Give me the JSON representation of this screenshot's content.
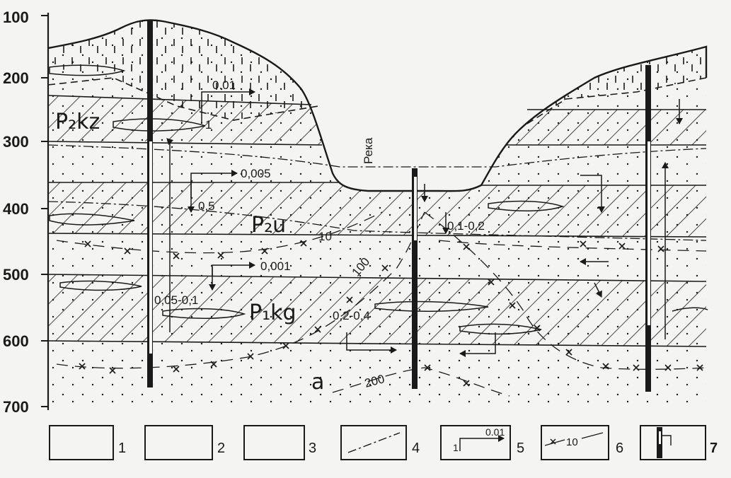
{
  "axis": {
    "ticks": [
      "100",
      "200",
      "300",
      "400",
      "500",
      "600",
      "700"
    ]
  },
  "labels": {
    "river": "Река",
    "layer_p2kz": "P₂kz",
    "layer_p2u": "P₂u",
    "layer_p1kg": "P₁kg",
    "layer_a": "a"
  },
  "annotations": {
    "flux_001": "0.01",
    "flux_1": "1",
    "flux_0005": "0,005",
    "flux_05": "0,5",
    "flux_0001": "0,001",
    "flux_005_01": "0,05-0,1",
    "flux_01_02": "0,1-0,2",
    "flux_02_04": "0,2-0,4",
    "iso_10": "10",
    "iso_100": "100",
    "iso_200": "200"
  },
  "legend": {
    "items": [
      {
        "num": "1",
        "pattern": "vertical-ticks"
      },
      {
        "num": "2",
        "pattern": "dots"
      },
      {
        "num": "3",
        "pattern": "hatch"
      },
      {
        "num": "4",
        "pattern": "dash-dot-line"
      },
      {
        "num": "5",
        "pattern": "flow-arrow",
        "sample": "0.01",
        "sample2": "1"
      },
      {
        "num": "6",
        "pattern": "isoline",
        "sample": "10"
      },
      {
        "num": "7",
        "pattern": "well"
      }
    ]
  },
  "colors": {
    "ink": "#1a1a1a",
    "paper": "#f4f4f2"
  }
}
